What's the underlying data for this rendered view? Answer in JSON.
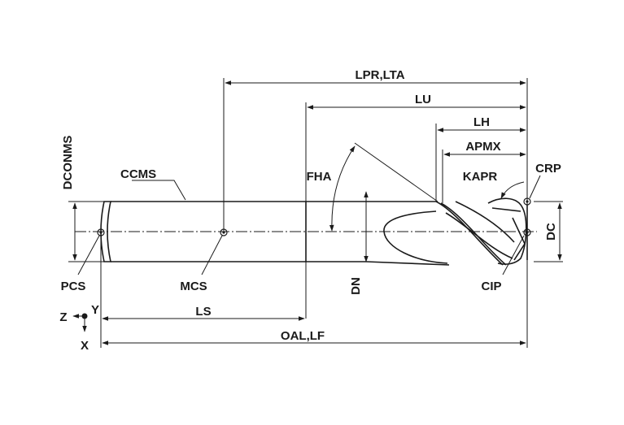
{
  "labels": {
    "lpr_lta": "LPR,LTA",
    "lu": "LU",
    "lh": "LH",
    "apmx": "APMX",
    "kapr": "KAPR",
    "crp": "CRP",
    "dconms": "DCONMS",
    "ccms": "CCMS",
    "fha": "FHA",
    "dc": "DC",
    "pcs": "PCS",
    "mcs": "MCS",
    "dn": "DN",
    "cip": "CIP",
    "ls": "LS",
    "oal_lf": "OAL,LF",
    "axis_z": "Z",
    "axis_y": "Y",
    "axis_x": "X"
  },
  "colors": {
    "ink": "#1a1a1a",
    "background": "#ffffff"
  }
}
